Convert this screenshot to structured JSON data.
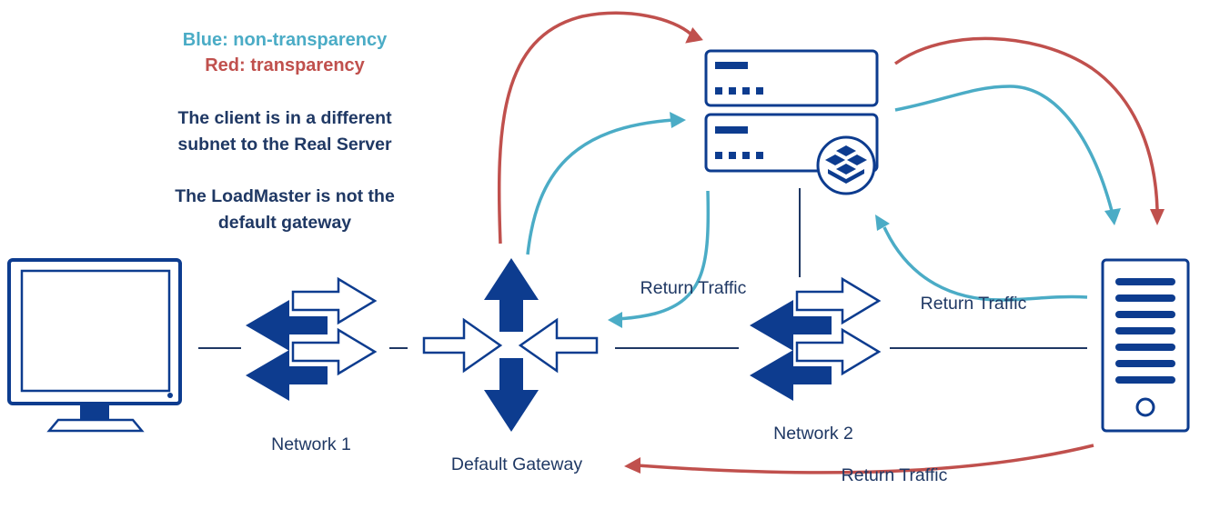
{
  "legend": {
    "blue": "Blue: non-transparency",
    "red": "Red: transparency"
  },
  "notes": {
    "client_line1": "The client is in a different",
    "client_line2": "subnet to the Real Server",
    "lm_line1": "The LoadMaster is not the",
    "lm_line2": "default gateway"
  },
  "labels": {
    "network1": "Network 1",
    "gateway": "Default Gateway",
    "network2": "Network 2",
    "return_traffic_1": "Return Traffic",
    "return_traffic_2": "Return Traffic",
    "return_traffic_3": "Return Traffic"
  },
  "colors": {
    "navy": "#0d3c8f",
    "blue_arrow": "#4bacc6",
    "red_arrow": "#c0504d",
    "text_dark": "#1f3864"
  },
  "icons": {
    "client": "monitor-icon",
    "network1": "switch-icon",
    "gateway": "router-icon",
    "network2": "switch-icon",
    "loadmaster": "server-stack-icon",
    "real_server": "tower-server-icon"
  }
}
